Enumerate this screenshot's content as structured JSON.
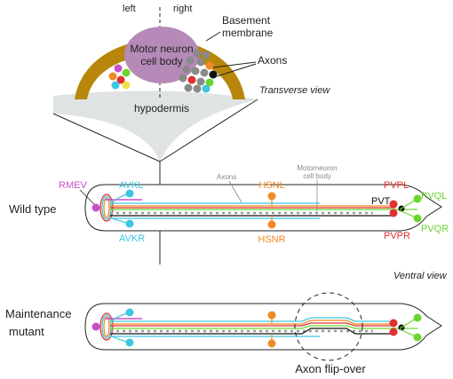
{
  "transverse": {
    "left": "left",
    "right": "right",
    "basement_1": "Basement",
    "basement_2": "membrane",
    "motor_1": "Motor neuron",
    "motor_2": "cell body",
    "axons": "Axons",
    "hypodermis": "hypodermis",
    "view": "Transverse view"
  },
  "wildtype": {
    "row_label": "Wild type",
    "axons": "Axons",
    "mn_1": "Motorneuron",
    "mn_2": "cell body",
    "rmev": "RMEV",
    "avkl": "AVKL",
    "avkr": "AVKR",
    "hsnl": "HSNL",
    "hsnr": "HSNR",
    "pvpl": "PVPL",
    "pvpr": "PVPR",
    "pvt": "PVT",
    "pvql": "PVQL",
    "pvqr": "PVQR"
  },
  "ventral_view": "Ventral view",
  "mutant": {
    "label_1": "Maintenance",
    "label_2": "mutant",
    "flip": "Axon flip-over"
  },
  "colors": {
    "membrane": "#b8860b",
    "cell_body": "#b58ab8",
    "hypodermis": "#dfe3e3",
    "rme": "#c94fc9",
    "avk": "#3cc6e0",
    "hsn": "#f08a24",
    "pvp": "#e03030",
    "pvq": "#6bd62e",
    "pvt": "#111111",
    "motor_axon": "#9a9a9a"
  }
}
